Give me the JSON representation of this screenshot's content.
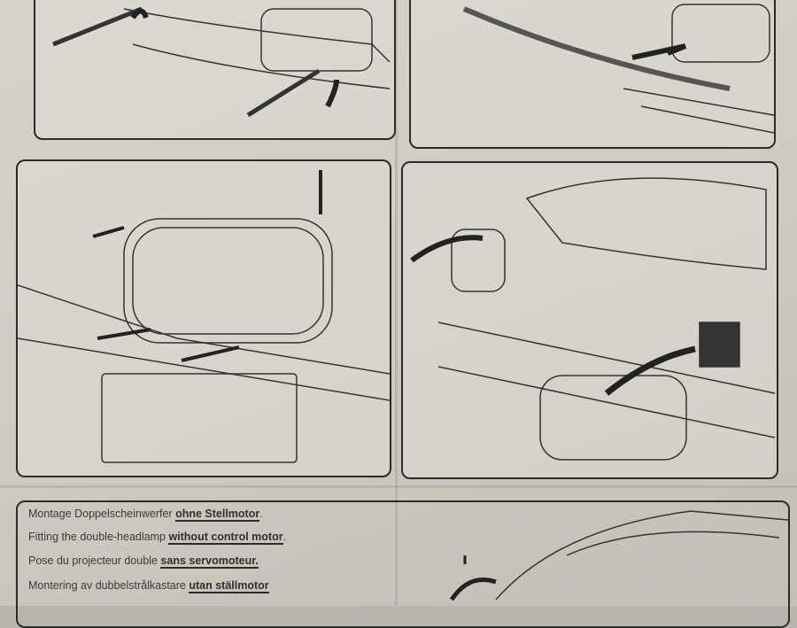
{
  "instructions": {
    "lines": [
      {
        "text": "Montage Doppelscheinwerfer ",
        "emph": "ohne Stellmotor",
        "end": "."
      },
      {
        "text": "Fitting the double-headlamp ",
        "emph": "without control motor",
        "end": "."
      },
      {
        "text": "Pose du projecteur double ",
        "emph": "sans servomoteur.",
        "end": ""
      },
      {
        "text": "Montering av dubbelstrålkastare ",
        "emph": "utan ställmotor",
        "end": ""
      }
    ]
  }
}
